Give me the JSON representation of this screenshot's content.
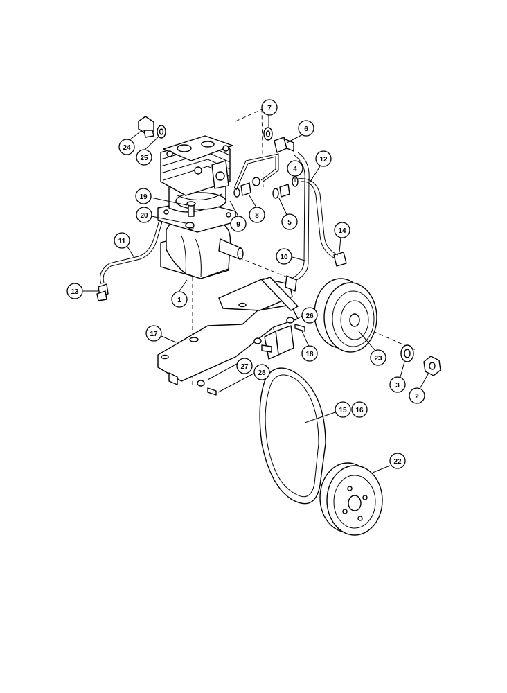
{
  "callouts": [
    {
      "id": "c1",
      "label": "1"
    },
    {
      "id": "c2",
      "label": "2"
    },
    {
      "id": "c3",
      "label": "3"
    },
    {
      "id": "c4",
      "label": "4"
    },
    {
      "id": "c5",
      "label": "5"
    },
    {
      "id": "c6",
      "label": "6"
    },
    {
      "id": "c7",
      "label": "7"
    },
    {
      "id": "c8",
      "label": "8"
    },
    {
      "id": "c9",
      "label": "9"
    },
    {
      "id": "c10",
      "label": "10"
    },
    {
      "id": "c11",
      "label": "11"
    },
    {
      "id": "c12",
      "label": "12"
    },
    {
      "id": "c13",
      "label": "13"
    },
    {
      "id": "c14",
      "label": "14"
    },
    {
      "id": "c15",
      "label": "15"
    },
    {
      "id": "c16",
      "label": "16"
    },
    {
      "id": "c17",
      "label": "17"
    },
    {
      "id": "c18",
      "label": "18"
    },
    {
      "id": "c19",
      "label": "19"
    },
    {
      "id": "c20",
      "label": "20"
    },
    {
      "id": "c22",
      "label": "22"
    },
    {
      "id": "c23",
      "label": "23"
    },
    {
      "id": "c24",
      "label": "24"
    },
    {
      "id": "c25",
      "label": "25"
    },
    {
      "id": "c26",
      "label": "26"
    },
    {
      "id": "c27",
      "label": "27"
    },
    {
      "id": "c28",
      "label": "28"
    }
  ]
}
